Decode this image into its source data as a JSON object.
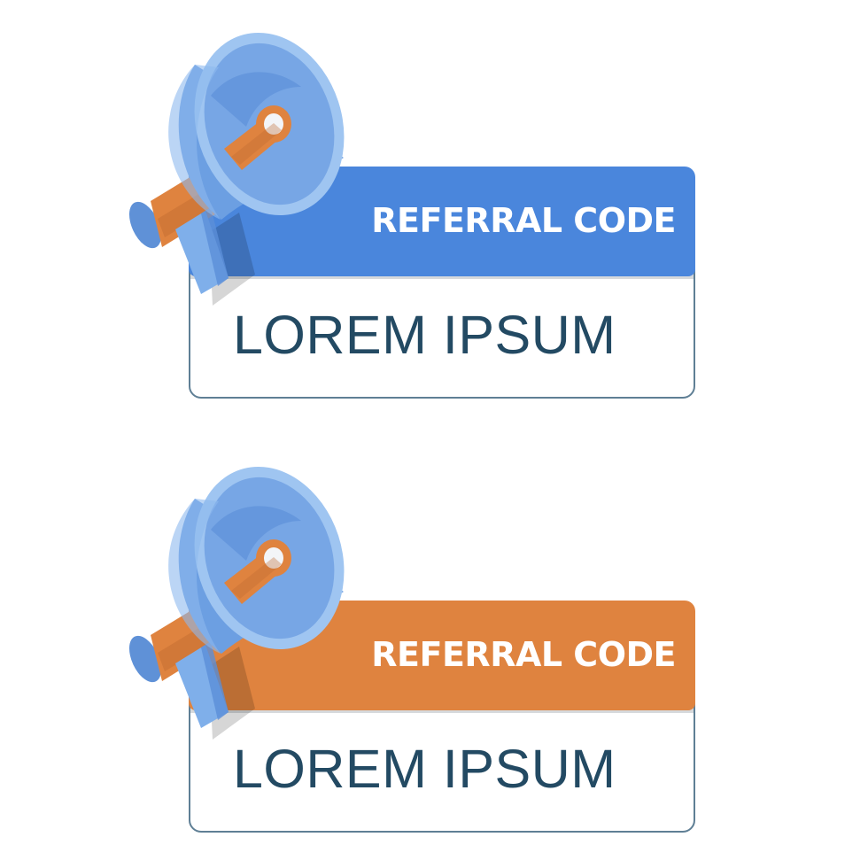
{
  "colors": {
    "blue_header": "#4a86dc",
    "orange_header": "#df833f",
    "code_text": "#234a63",
    "megaphone_blue": "#7fafea",
    "megaphone_orange": "#df833f"
  },
  "icons": {
    "megaphone": "megaphone-icon"
  },
  "banners": [
    {
      "header_color": "blue",
      "title": "REFERRAL CODE",
      "code": "LOREM IPSUM"
    },
    {
      "header_color": "orange",
      "title": "REFERRAL CODE",
      "code": "LOREM IPSUM"
    }
  ]
}
